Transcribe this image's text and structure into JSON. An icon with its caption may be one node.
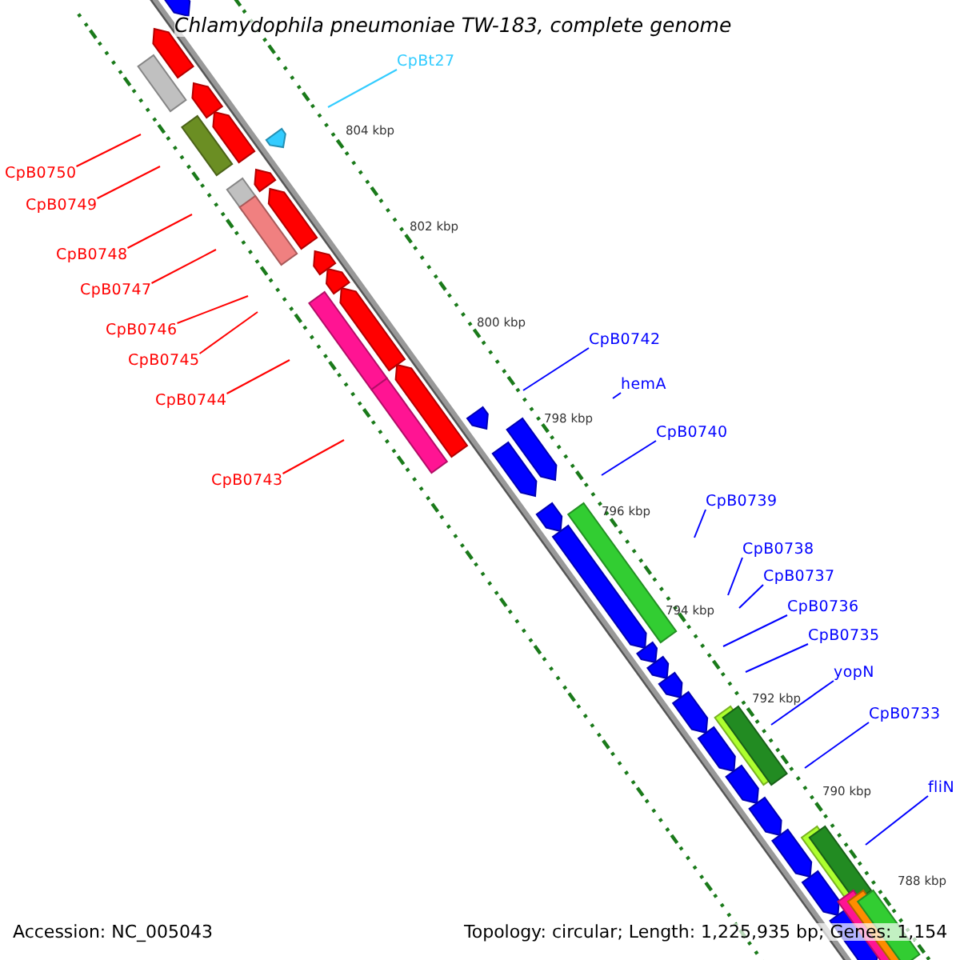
{
  "diagram": {
    "title": "Chlamydophila pneumoniae TW-183, complete genome",
    "nodes": [
      {
        "text": [
          "CpBt27"
        ]
      },
      {
        "text": [
          "CpB0750"
        ]
      },
      {
        "text": [
          "CpB0749"
        ]
      },
      {
        "text": [
          "CpB0748"
        ]
      },
      {
        "text": [
          "CpB0747"
        ]
      },
      {
        "text": [
          "CpB0746"
        ]
      },
      {
        "text": [
          "CpB0745"
        ]
      },
      {
        "text": [
          "CpB0744"
        ]
      },
      {
        "text": [
          "CpB0743"
        ]
      },
      {
        "text": [
          "CpB0742"
        ]
      },
      {
        "text": [
          "hemA"
        ]
      },
      {
        "text": [
          "CpB0740"
        ]
      },
      {
        "text": [
          "CpB0739"
        ]
      },
      {
        "text": [
          "CpB0738"
        ]
      },
      {
        "text": [
          "CpB0737"
        ]
      },
      {
        "text": [
          "CpB0736"
        ]
      },
      {
        "text": [
          "CpB0735"
        ]
      },
      {
        "text": [
          "yopN"
        ]
      },
      {
        "text": [
          "CpB0733"
        ]
      },
      {
        "text": [
          "fliN"
        ]
      }
    ],
    "edges": [
      {
        "from": 0,
        "to": null,
        "arrow": "none",
        "color": "#33ccff"
      },
      {
        "from": 1,
        "to": null,
        "arrow": "none",
        "color": "#ff0000"
      },
      {
        "from": 2,
        "to": null,
        "arrow": "none",
        "color": "#ff0000"
      },
      {
        "from": 3,
        "to": null,
        "arrow": "none",
        "color": "#ff0000"
      },
      {
        "from": 4,
        "to": null,
        "arrow": "none",
        "color": "#ff0000"
      },
      {
        "from": 5,
        "to": null,
        "arrow": "none",
        "color": "#ff0000"
      },
      {
        "from": 6,
        "to": null,
        "arrow": "none",
        "color": "#ff0000"
      },
      {
        "from": 7,
        "to": null,
        "arrow": "none",
        "color": "#ff0000"
      },
      {
        "from": 8,
        "to": null,
        "arrow": "none",
        "color": "#ff0000"
      },
      {
        "from": 9,
        "to": null,
        "arrow": "none"
      },
      {
        "from": 10,
        "to": null,
        "arrow": "none"
      },
      {
        "from": 11,
        "to": null,
        "arrow": "none"
      },
      {
        "from": 12,
        "to": null,
        "arrow": "none"
      },
      {
        "from": 13,
        "to": null,
        "arrow": "none"
      },
      {
        "from": 14,
        "to": null,
        "arrow": "none"
      },
      {
        "from": 15,
        "to": null,
        "arrow": "none"
      },
      {
        "from": 16,
        "to": null,
        "arrow": "none"
      },
      {
        "from": 17,
        "to": null,
        "arrow": "none"
      },
      {
        "from": 18,
        "to": null,
        "arrow": "none"
      },
      {
        "from": 19,
        "to": null,
        "arrow": "none"
      }
    ],
    "labels": [
      "804 kbp",
      "802 kbp",
      "800 kbp",
      "798 kbp",
      "796 kbp",
      "794 kbp",
      "792 kbp",
      "790 kbp",
      "788 kbp",
      "Accession: NC_005043",
      "Topology: circular; Length: 1,225,935 bp; Genes: 1,154"
    ]
  }
}
